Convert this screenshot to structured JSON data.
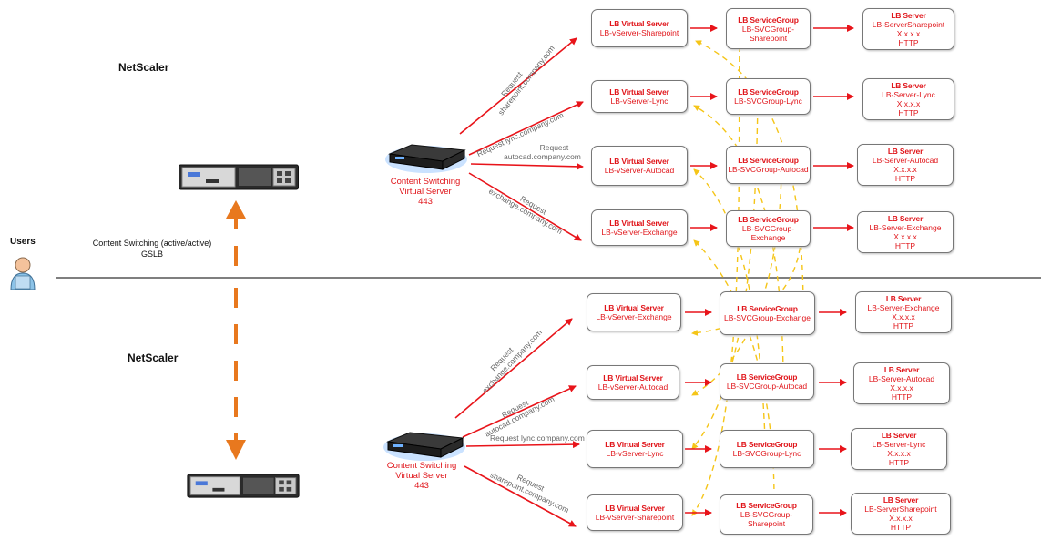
{
  "users": {
    "label": "Users"
  },
  "link": {
    "line1": "Content Switching (active/active)",
    "line2": "GSLB"
  },
  "netscaler_top": {
    "title": "NetScaler"
  },
  "netscaler_bottom": {
    "title": "NetScaler"
  },
  "cs_top": {
    "line1": "Content Switching",
    "line2": "Virtual Server",
    "line3": "443"
  },
  "cs_bottom": {
    "line1": "Content Switching",
    "line2": "Virtual Server",
    "line3": "443"
  },
  "requests_top": [
    {
      "line1": "Request",
      "line2": "sharepoint.company.com"
    },
    {
      "line1": "Request lync.company.com",
      "line2": ""
    },
    {
      "line1": "Request",
      "line2": "autocad.company.com"
    },
    {
      "line1": "Request",
      "line2": "exchange.company.com"
    }
  ],
  "requests_bottom": [
    {
      "line1": "Request",
      "line2": "exchange.company.com"
    },
    {
      "line1": "Request",
      "line2": "autocad.company.com"
    },
    {
      "line1": "Request lync.company.com",
      "line2": ""
    },
    {
      "line1": "Request",
      "line2": "sharepoint.company.com"
    }
  ],
  "top_rows": [
    {
      "vs_title": "LB Virtual Server",
      "vs_name": "LB-vServer-Sharepoint",
      "sg_title": "LB ServiceGroup",
      "sg_name": "LB-SVCGroup-",
      "sg_name2": "Sharepoint",
      "srv_title": "LB Server",
      "srv_name": "LB-ServerSharepoint",
      "srv_ip": "X.x.x.x",
      "srv_proto": "HTTP"
    },
    {
      "vs_title": "LB Virtual Server",
      "vs_name": "LB-vServer-Lync",
      "sg_title": "LB ServiceGroup",
      "sg_name": "LB-SVCGroup-Lync",
      "sg_name2": "",
      "srv_title": "LB Server",
      "srv_name": "LB-Server-Lync",
      "srv_ip": "X.x.x.x",
      "srv_proto": "HTTP"
    },
    {
      "vs_title": "LB Virtual Server",
      "vs_name": "LB-vServer-Autocad",
      "sg_title": "LB ServiceGroup",
      "sg_name": "LB-SVCGroup-Autocad",
      "sg_name2": "",
      "srv_title": "LB Server",
      "srv_name": "LB-Server-Autocad",
      "srv_ip": "X.x.x.x",
      "srv_proto": "HTTP"
    },
    {
      "vs_title": "LB Virtual Server",
      "vs_name": "LB-vServer-Exchange",
      "sg_title": "LB ServiceGroup",
      "sg_name": "LB-SVCGroup-Exchange",
      "sg_name2": "",
      "srv_title": "LB Server",
      "srv_name": "LB-Server-Exchange",
      "srv_ip": "X.x.x.x",
      "srv_proto": "HTTP"
    }
  ],
  "bottom_rows": [
    {
      "vs_title": "LB Virtual Server",
      "vs_name": "LB-vServer-Exchange",
      "sg_title": "LB ServiceGroup",
      "sg_name": "LB-SVCGroup-Exchange",
      "sg_name2": "",
      "srv_title": "LB Server",
      "srv_name": "LB-Server-Exchange",
      "srv_ip": "X.x.x.x",
      "srv_proto": "HTTP"
    },
    {
      "vs_title": "LB Virtual Server",
      "vs_name": "LB-vServer-Autocad",
      "sg_title": "LB ServiceGroup",
      "sg_name": "LB-SVCGroup-Autocad",
      "sg_name2": "",
      "srv_title": "LB Server",
      "srv_name": "LB-Server-Autocad",
      "srv_ip": "X.x.x.x",
      "srv_proto": "HTTP"
    },
    {
      "vs_title": "LB Virtual Server",
      "vs_name": "LB-vServer-Lync",
      "sg_title": "LB ServiceGroup",
      "sg_name": "LB-SVCGroup-Lync",
      "sg_name2": "",
      "srv_title": "LB Server",
      "srv_name": "LB-Server-Lync",
      "srv_ip": "X.x.x.x",
      "srv_proto": "HTTP"
    },
    {
      "vs_title": "LB Virtual Server",
      "vs_name": "LB-vServer-Sharepoint",
      "sg_title": "LB ServiceGroup",
      "sg_name": "LB-SVCGroup-",
      "sg_name2": "Sharepoint",
      "srv_title": "LB Server",
      "srv_name": "LB-ServerSharepoint",
      "srv_ip": "X.x.x.x",
      "srv_proto": "HTTP"
    }
  ],
  "colors": {
    "flow_arrow": "#e8141a",
    "cross_link": "#f5c518",
    "gslb_arrow": "#e8781e",
    "box_text": "#e0151a",
    "divider": "#555555"
  },
  "icons": {
    "user": "user-icon",
    "appliance": "netscaler-appliance-icon",
    "switch": "content-switch-icon"
  }
}
